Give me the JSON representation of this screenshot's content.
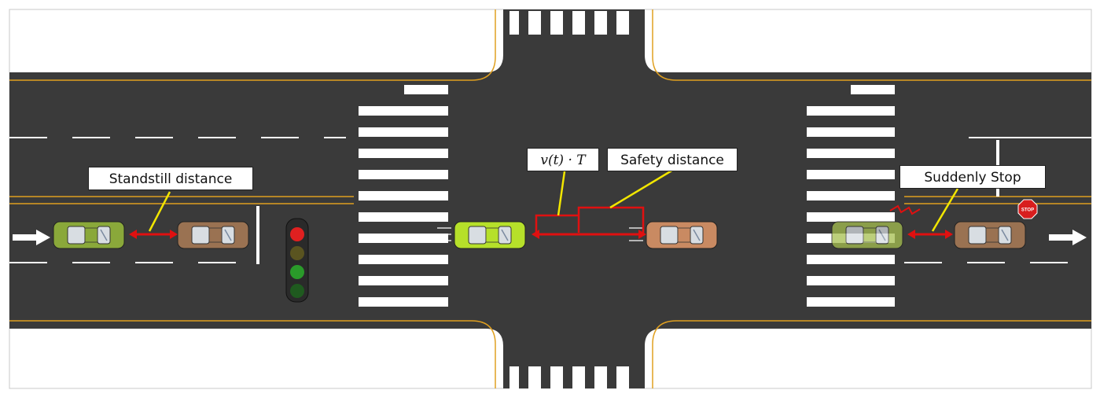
{
  "labels": {
    "standstill": "Standstill distance",
    "formula": "v(t) · T",
    "safety": "Safety distance",
    "sudden": "Suddenly Stop"
  },
  "sign": {
    "text": "STOP"
  },
  "colors": {
    "asphalt": "#3a3a3a",
    "curb": "#e0a020",
    "arrow_red": "#e01010",
    "leader_yellow": "#f2e600",
    "car_olive": "#8aa83a",
    "car_brown": "#9a7252",
    "car_lime": "#b6e02a",
    "car_faded": "#a6c050",
    "car_tan": "#c98a62",
    "car_brown2": "#9a7252",
    "light_red": "#e02020",
    "light_green": "#2a9a2a"
  },
  "icons": [
    "right-arrow-icon",
    "traffic-light-icon",
    "stop-sign-icon",
    "crash-zigzag-icon"
  ]
}
